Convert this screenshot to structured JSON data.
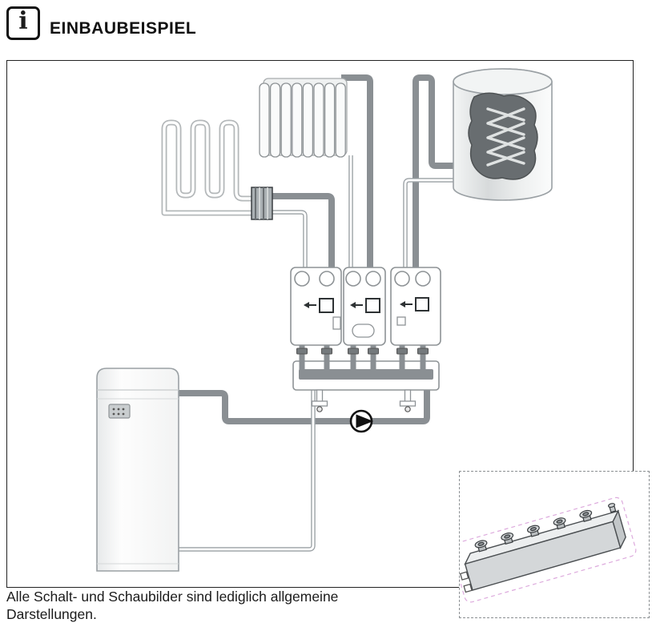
{
  "header": {
    "icon_glyph": "i",
    "title": "EINBAUBEISPIEL"
  },
  "figure": {
    "caption": "Alle Schalt- und Schaubilder sind lediglich allgemeine Darstellungen.",
    "components": [
      "underfloor-heating-circuit",
      "underfloor-circuit-connector",
      "radiator",
      "hot-water-cylinder",
      "pump-station-left",
      "pump-station-middle",
      "pump-station-right",
      "heating-manifold",
      "heat-generator",
      "circulation-pump",
      "manifold-detail-inset"
    ]
  },
  "colors": {
    "pipe_thick": "#8a8f93",
    "pipe_thin_outline": "#9aa0a4",
    "component_outline": "#8e9396",
    "coil_outline": "#b4b8ba",
    "frame_border": "#222222"
  }
}
